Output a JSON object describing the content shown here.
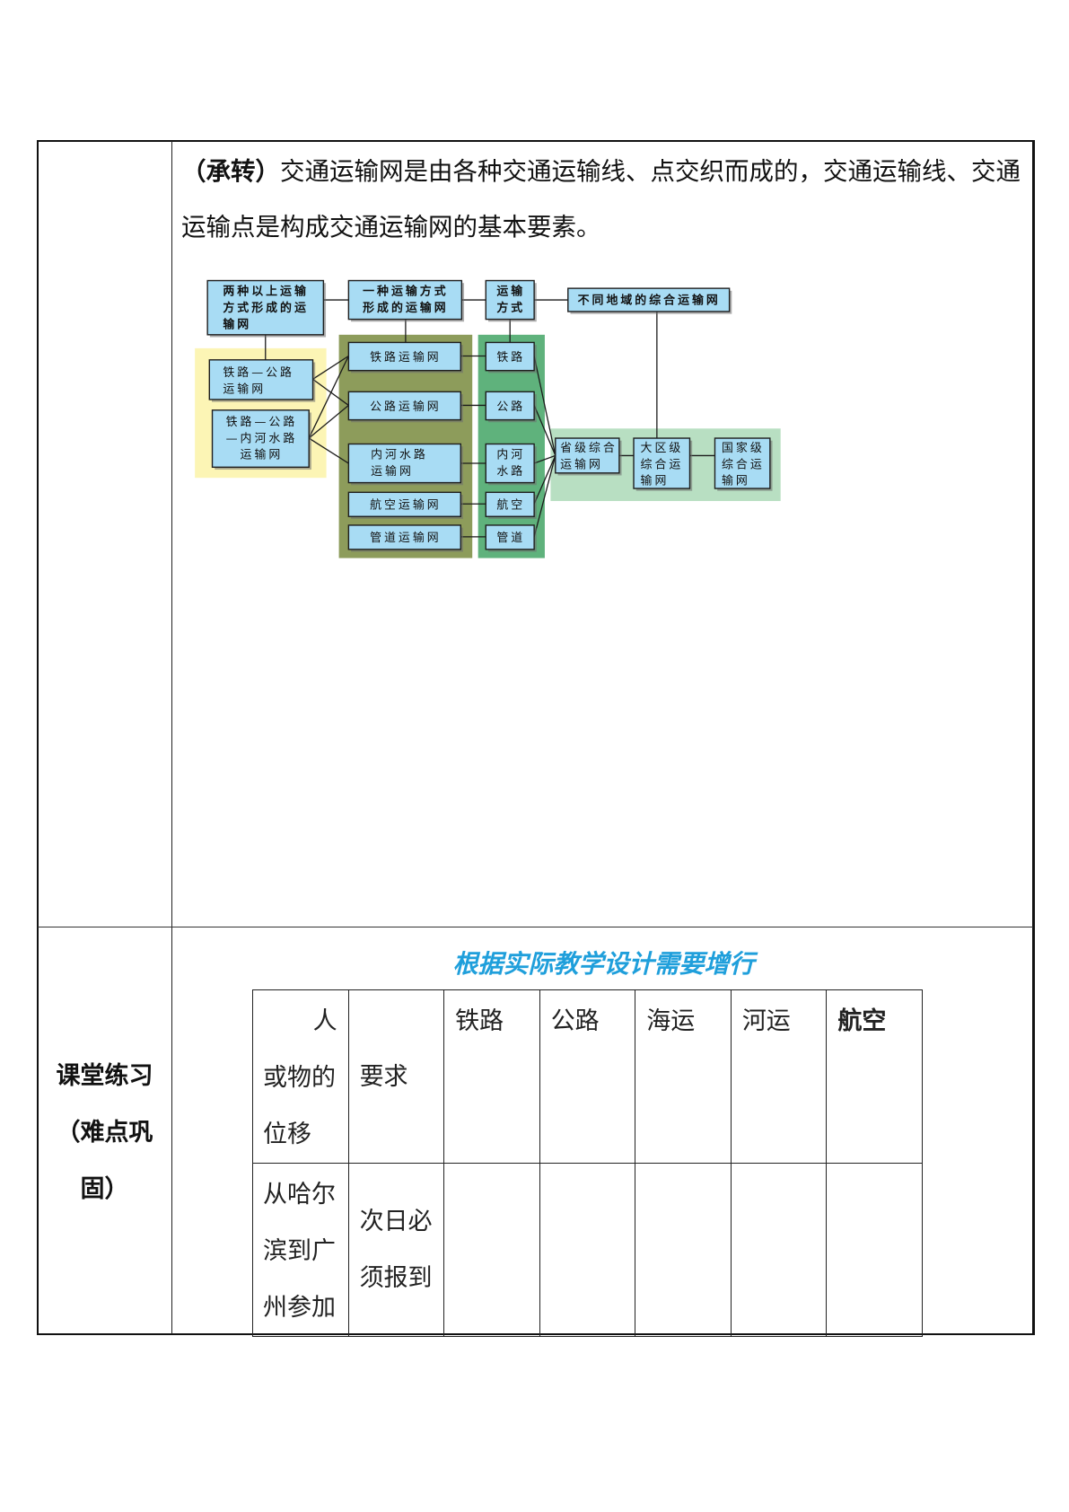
{
  "paragraph": {
    "label": "（承转）",
    "line1": "交通运输网是由各种交通运输线、点交织而成的，交通运输线、交通",
    "line2": "运输点是构成交通运输网的基本要素。"
  },
  "diagram": {
    "colors": {
      "box_fill": "#a8dcf4",
      "multimodal_region": "#fcf5b5",
      "single_mode_region": "#8d9c5b",
      "mode_region": "#5fb27c",
      "regional_region": "#b8dfc2"
    },
    "top_boxes": [
      {
        "lines": [
          "两种以上运输",
          "方式形成的运",
          "输网"
        ]
      },
      {
        "lines": [
          "一种运输方式",
          "形成的运输网"
        ]
      },
      {
        "lines": [
          "运输",
          "方式"
        ]
      },
      {
        "lines": [
          "不同地域的综合运输网"
        ]
      }
    ],
    "multimodal_networks": [
      {
        "lines": [
          "铁路—公路",
          "运输网"
        ]
      },
      {
        "lines": [
          "铁路—公路",
          "—内河水路",
          "运输网"
        ]
      }
    ],
    "single_mode_networks": [
      {
        "lines": [
          "铁路运输网"
        ]
      },
      {
        "lines": [
          "公路运输网"
        ]
      },
      {
        "lines": [
          "内河水路",
          "运输网"
        ]
      },
      {
        "lines": [
          "航空运输网"
        ]
      },
      {
        "lines": [
          "管道运输网"
        ]
      }
    ],
    "modes": [
      {
        "lines": [
          "铁路"
        ]
      },
      {
        "lines": [
          "公路"
        ]
      },
      {
        "lines": [
          "内河",
          "水路"
        ]
      },
      {
        "lines": [
          "航空"
        ]
      },
      {
        "lines": [
          "管道"
        ]
      }
    ],
    "regional_networks": [
      {
        "lines": [
          "省级综合",
          "运输网"
        ]
      },
      {
        "lines": [
          "大区级",
          "综合运",
          "输网"
        ]
      },
      {
        "lines": [
          "国家级",
          "综合运",
          "输网"
        ]
      }
    ]
  },
  "exercise": {
    "section_label_lines": [
      "课堂练习",
      "（难点巩",
      "固）"
    ],
    "note": "根据实际教学设计需要增行",
    "note_color": "#1f9fdb",
    "table": {
      "header": {
        "subject_lines": [
          "人",
          "或物的",
          "位移"
        ],
        "requirement": "要求",
        "modes": [
          "铁路",
          "公路",
          "海运",
          "河运",
          "航空"
        ]
      },
      "rows": [
        {
          "subject_lines": [
            "从哈尔",
            "滨到广",
            "州参加"
          ],
          "requirement_lines": [
            "次日必",
            "须报到"
          ]
        }
      ]
    }
  }
}
